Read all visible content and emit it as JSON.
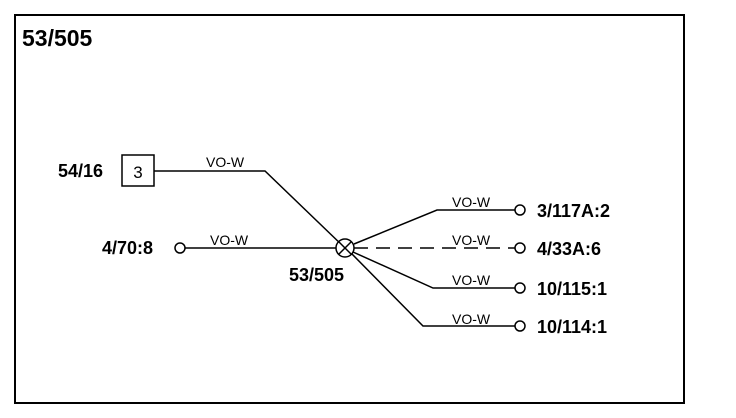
{
  "title": "53/505",
  "splice": {
    "label": "53/505"
  },
  "connectors": [
    {
      "id": "54/16",
      "pin": "3",
      "wire": "VO-W"
    },
    {
      "id": "4/70:8",
      "wire": "VO-W"
    },
    {
      "id": "3/117A:2",
      "wire": "VO-W"
    },
    {
      "id": "4/33A:6",
      "wire": "VO-W",
      "style": "dashed"
    },
    {
      "id": "10/115:1",
      "wire": "VO-W"
    },
    {
      "id": "10/114:1",
      "wire": "VO-W"
    }
  ]
}
